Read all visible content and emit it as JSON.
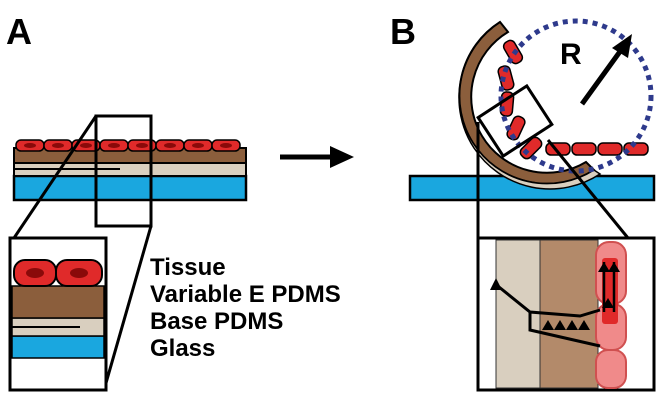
{
  "panels": {
    "a_label": "A",
    "b_label": "B"
  },
  "legend": {
    "tissue": "Tissue",
    "variable_pdms": "Variable E PDMS",
    "base_pdms": "Base PDMS",
    "glass": "Glass"
  },
  "radius_label": "R",
  "colors": {
    "cell_red": "#e02a2a",
    "cell_nucleus": "#8a0a0a",
    "variable_pdms": "#8b5e3c",
    "base_pdms": "#d9cfbf",
    "glass": "#1aa7df",
    "circle": "#2e3a8c",
    "pink_cells": "#f08a8a"
  },
  "icons": {
    "arrow": "right-arrow-icon",
    "radius_arrow": "diagonal-arrow-icon"
  }
}
